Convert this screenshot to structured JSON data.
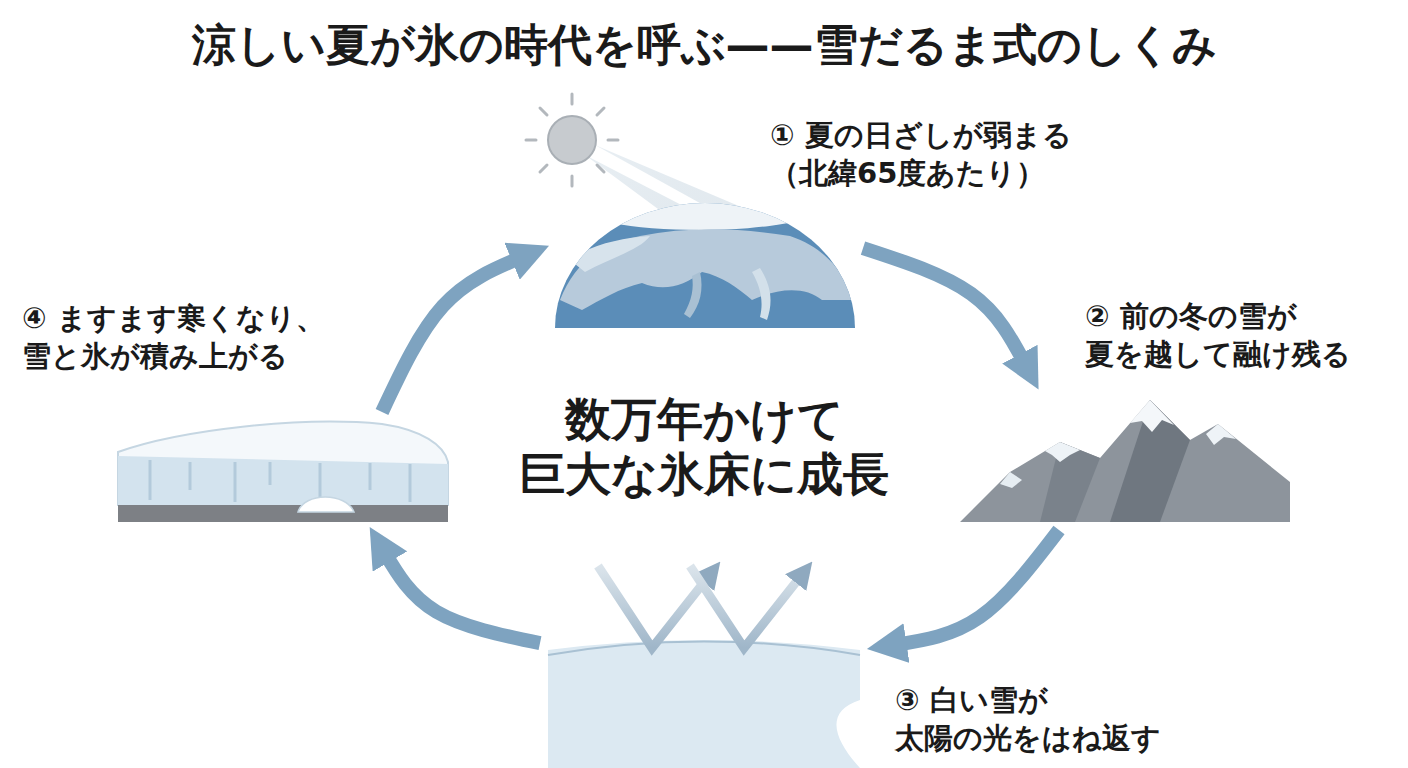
{
  "diagram": {
    "title": "涼しい夏が氷の時代を呼ぶ——雪だるま式のしくみ",
    "nodes": [
      {
        "text": [
          "① 夏の日ざしが弱まる （北緯65度あたり）"
        ]
      },
      {
        "text": [
          "② 前の冬の雪が 夏を越して融け残る"
        ]
      },
      {
        "text": [
          "③ 白い雪が 太陽の光をはね返す"
        ]
      },
      {
        "text": [
          "④ ますます寒くなり、 雪と氷が積み上がる"
        ]
      }
    ],
    "edges": [
      {
        "from": 0,
        "to": 1,
        "arrow": "to"
      },
      {
        "from": 1,
        "to": 2,
        "arrow": "to"
      },
      {
        "from": 2,
        "to": 3,
        "arrow": "to"
      },
      {
        "from": 3,
        "to": 0,
        "arrow": "to"
      }
    ],
    "labels": [
      "数万年かけて 巨大な氷床に成長"
    ]
  }
}
